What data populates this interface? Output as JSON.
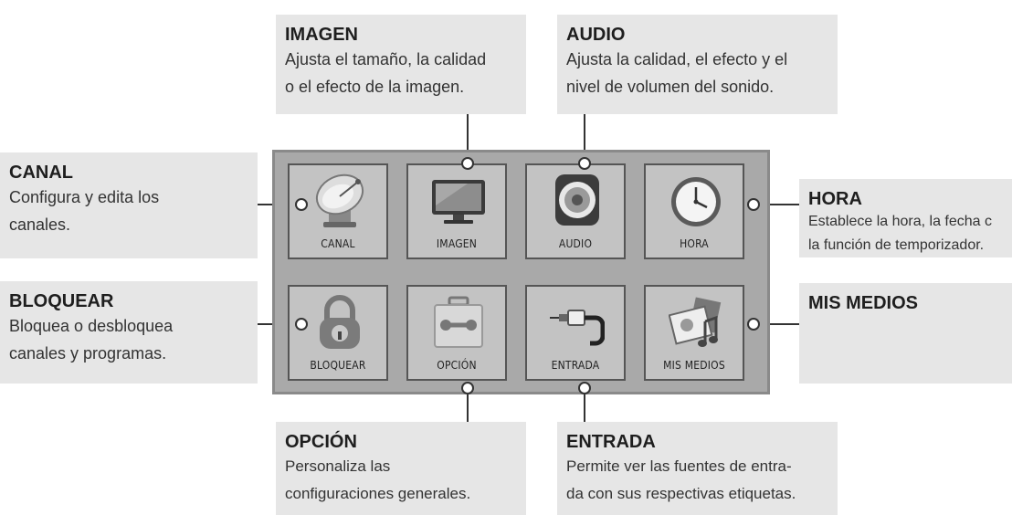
{
  "callouts": {
    "imagen": {
      "title": "IMAGEN",
      "desc": "Ajusta el tamaño, la calidad\no el efecto de la imagen."
    },
    "audio": {
      "title": "AUDIO",
      "desc": "Ajusta la calidad, el efecto y el\nnivel de volumen del sonido."
    },
    "canal": {
      "title": "CANAL",
      "desc": "Configura y edita los\ncanales."
    },
    "hora": {
      "title": "HORA",
      "desc": "Establece la hora, la fecha c\nla función de temporizador."
    },
    "bloquear": {
      "title": "BLOQUEAR",
      "desc": "Bloquea o desbloquea\ncanales y programas."
    },
    "mis_medios": {
      "title": "MIS MEDIOS"
    },
    "opcion": {
      "title": "OPCIÓN",
      "desc": "Personaliza las\nconfiguraciones generales."
    },
    "entrada": {
      "title": "ENTRADA",
      "desc": "Permite ver las fuentes de entra-\nda con sus respectivas etiquetas."
    }
  },
  "menu": {
    "tiles": [
      {
        "label": "CANAL",
        "icon": "satellite-dish-icon"
      },
      {
        "label": "IMAGEN",
        "icon": "tv-monitor-icon"
      },
      {
        "label": "AUDIO",
        "icon": "speaker-icon"
      },
      {
        "label": "HORA",
        "icon": "clock-icon"
      },
      {
        "label": "BLOQUEAR",
        "icon": "padlock-icon"
      },
      {
        "label": "OPCIÓN",
        "icon": "toolbox-icon"
      },
      {
        "label": "ENTRADA",
        "icon": "rca-cable-icon"
      },
      {
        "label": "MIS MEDIOS",
        "icon": "media-collage-icon"
      }
    ]
  },
  "colors": {
    "callout_bg": "#e6e6e6",
    "frame_bg": "#a9a9a9",
    "tile_bg": "#c3c3c3",
    "connector": "#333333"
  }
}
